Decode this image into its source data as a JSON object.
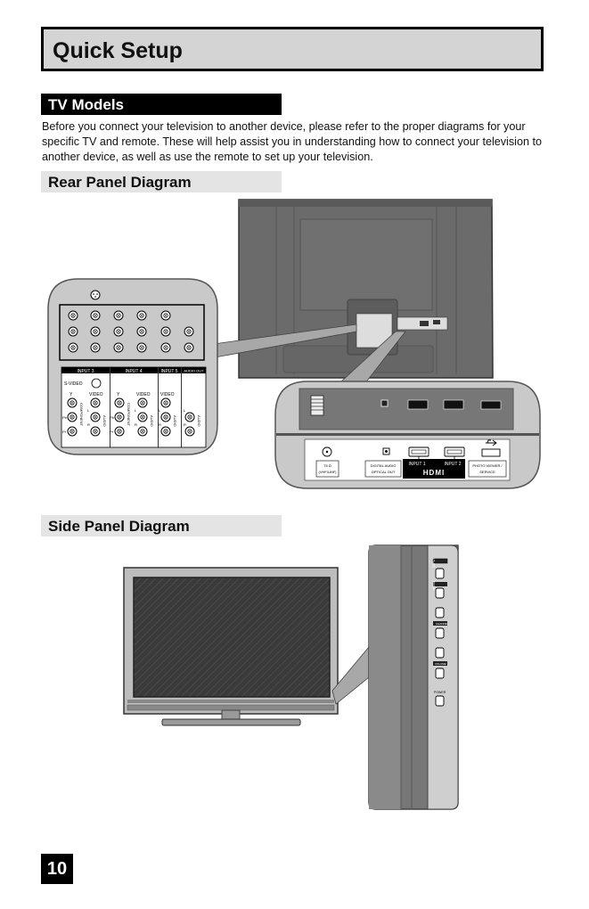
{
  "header": {
    "title": "Quick Setup"
  },
  "sections": {
    "tv_models": "TV Models",
    "intro": "Before you connect your television to another device, please refer to the proper diagrams for your specific TV and remote. These will help assist you in understanding how to connect your television to another device, as well as use the remote to set up your television.",
    "rear_panel": "Rear Panel Diagram",
    "side_panel": "Side Panel Diagram"
  },
  "rear_left_panel": {
    "headers": [
      "INPUT 3",
      "INPUT 4",
      "INPUT 5",
      "AUDIO OUT"
    ],
    "s_video": "S-VIDEO",
    "y": "Y",
    "video": "VIDEO",
    "pb": "Pb",
    "pr": "Pr",
    "l": "L",
    "r": "R",
    "component": "COMPONENT",
    "audio": "AUDIO"
  },
  "rear_right_panel": {
    "antenna": "75 Ω\n(VHF/UHF)",
    "antenna_line1": "75 Ω",
    "antenna_line2": "(VHF/UHF)",
    "digital_line1": "DIGITAL AUDIO",
    "digital_line2": "OPTICAL OUT",
    "input1": "INPUT 1",
    "input2": "INPUT 2",
    "hdmi": "HDMI",
    "photo_line1": "PHOTO VIEWER /",
    "photo_line2": "SERVICE"
  },
  "side_buttons": [
    "INPUT",
    "MENU",
    "CHANNEL",
    "VOLUME",
    "POWER"
  ],
  "page": {
    "number": "10"
  }
}
